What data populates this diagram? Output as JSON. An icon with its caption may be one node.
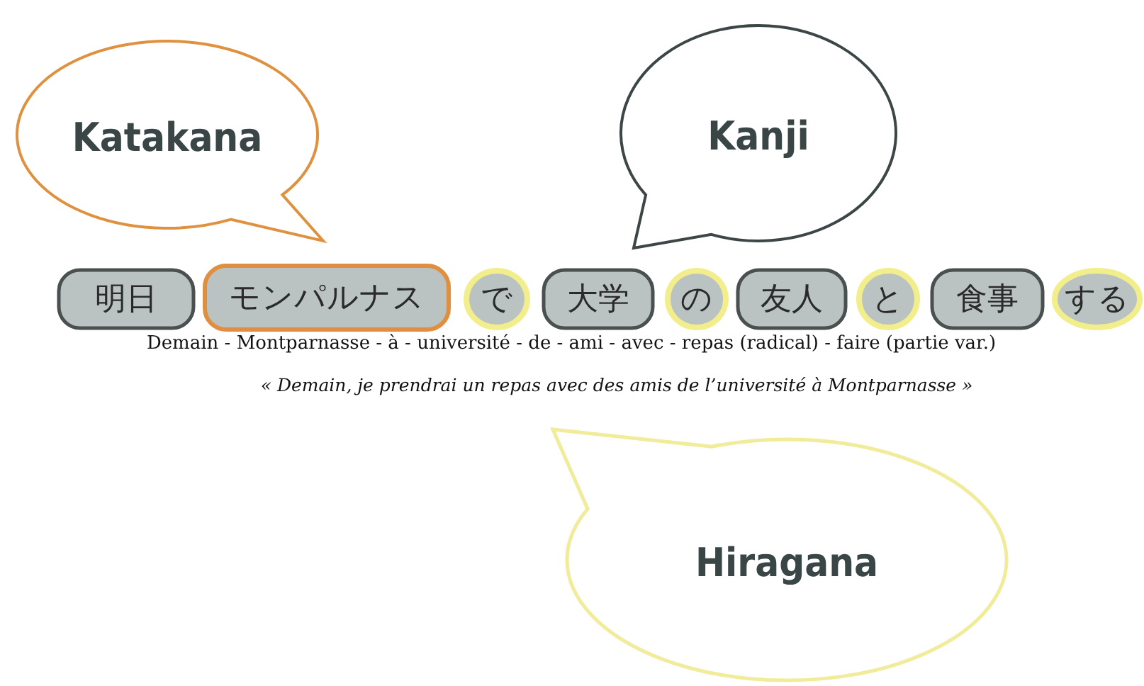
{
  "diagram": {
    "nodes": [
      {
        "text": [
          "Katakana"
        ]
      },
      {
        "text": [
          "Kanji"
        ]
      },
      {
        "text": [
          "明日"
        ]
      },
      {
        "text": [
          "モンパルナス"
        ]
      },
      {
        "text": [
          "で"
        ]
      },
      {
        "text": [
          "大学"
        ]
      },
      {
        "text": [
          "の"
        ]
      },
      {
        "text": [
          "友人"
        ]
      },
      {
        "text": [
          "と"
        ]
      },
      {
        "text": [
          "食事"
        ]
      },
      {
        "text": [
          "する"
        ]
      },
      {
        "text": [
          "Hiragana"
        ]
      }
    ],
    "labels": [
      "Demain - Montparnasse - à - université - de - ami - avec - repas (radical) - faire (partie var.)",
      "« Demain, je prendrai un repas avec des amis de l’université à Montparnasse »"
    ]
  }
}
